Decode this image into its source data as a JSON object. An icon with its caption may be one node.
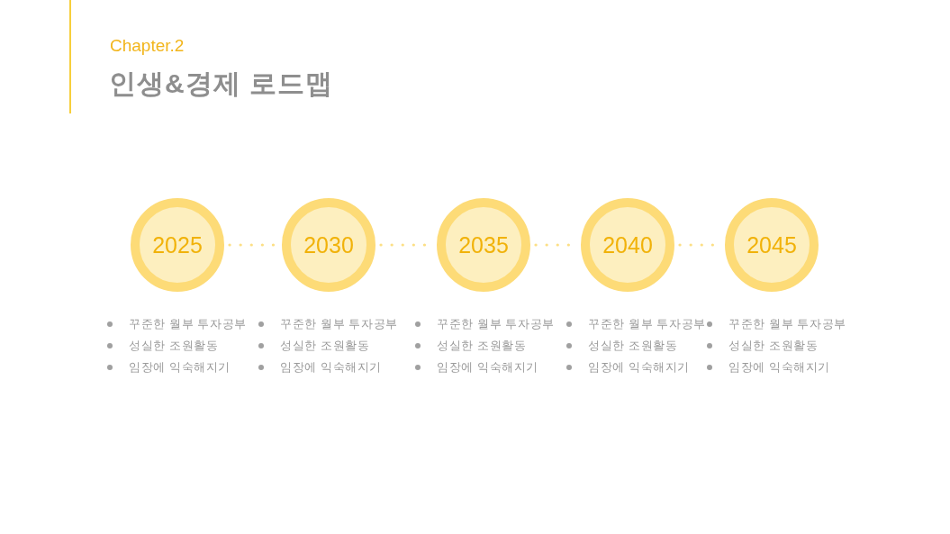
{
  "diagram": {
    "title": "인생&경제 로드맵",
    "nodes": [
      {
        "text": [
          "2025"
        ],
        "beside": [
          "꾸준한 월부 투자공부",
          "성실한 조원활동",
          "임장에 익숙해지기"
        ]
      },
      {
        "text": [
          "2030"
        ],
        "beside": [
          "꾸준한 월부 투자공부",
          "성실한 조원활동",
          "임장에 익숙해지기"
        ]
      },
      {
        "text": [
          "2035"
        ],
        "beside": [
          "꾸준한 월부 투자공부",
          "성실한 조원활동",
          "임장에 익숙해지기"
        ]
      },
      {
        "text": [
          "2040"
        ],
        "beside": [
          "꾸준한 월부 투자공부",
          "성실한 조원활동",
          "임장에 익숙해지기"
        ]
      },
      {
        "text": [
          "2045"
        ],
        "beside": [
          "꾸준한 월부 투자공부",
          "성실한 조원활동",
          "임장에 익숙해지기"
        ]
      }
    ],
    "edges": [
      {
        "from": 0,
        "to": 1,
        "arrow": "none",
        "style": "dashed"
      },
      {
        "from": 1,
        "to": 2,
        "arrow": "none",
        "style": "dashed"
      },
      {
        "from": 2,
        "to": 3,
        "arrow": "none",
        "style": "dashed"
      },
      {
        "from": 3,
        "to": 4,
        "arrow": "none",
        "style": "dashed"
      }
    ],
    "labels": [
      "Chapter.2"
    ]
  }
}
